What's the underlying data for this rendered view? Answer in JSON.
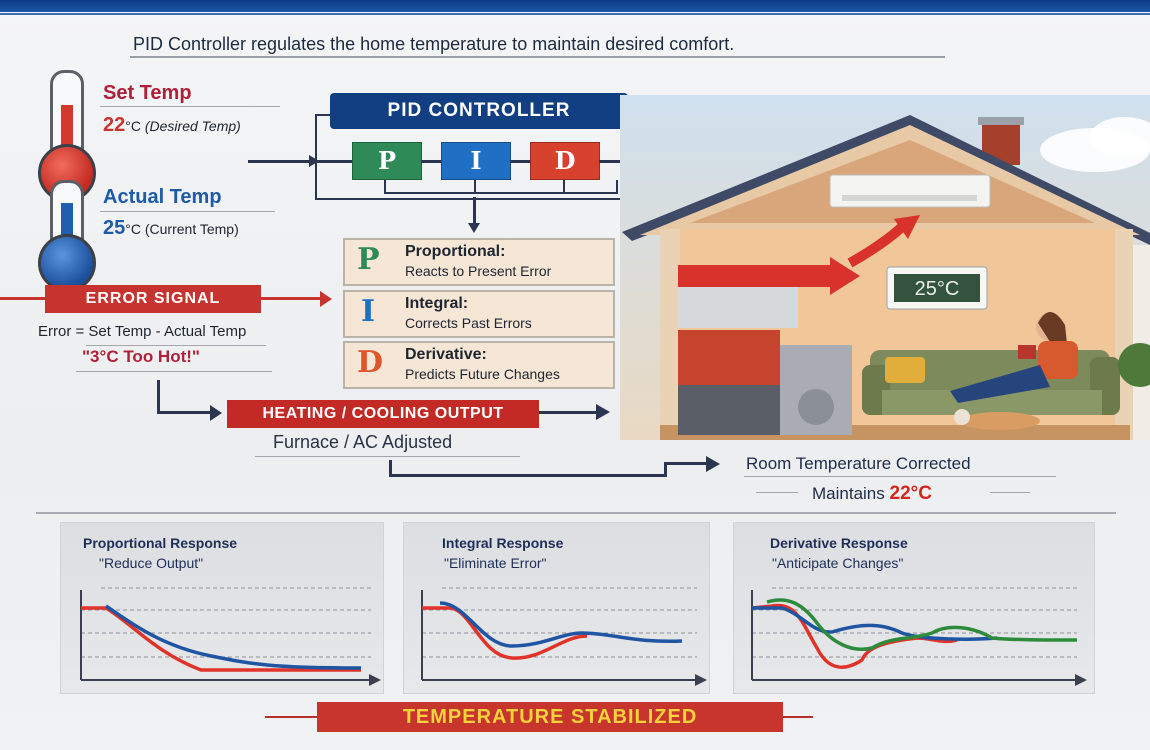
{
  "header": {
    "subtitle": "PID Controller regulates the home temperature to maintain desired comfort.",
    "bar_color": "#123f82"
  },
  "set_temp": {
    "label": "Set Temp",
    "value": "22",
    "unit": "°C",
    "note": "(Desired Temp)",
    "color": "#c7332f"
  },
  "actual_temp": {
    "label": "Actual Temp",
    "value": "25",
    "unit": "°C",
    "note": "(Current Temp)",
    "color": "#1d5aa8"
  },
  "pid_controller": {
    "title": "PID CONTROLLER",
    "blocks": [
      {
        "letter": "P",
        "color": "#2e8b57"
      },
      {
        "letter": "I",
        "color": "#1f6fc4"
      },
      {
        "letter": "D",
        "color": "#d9412f"
      }
    ]
  },
  "terms": [
    {
      "letter": "P",
      "title": "Proportional:",
      "desc": "Reacts to Present Error",
      "color": "#2e8b57"
    },
    {
      "letter": "I",
      "title": "Integral:",
      "desc": "Corrects Past Errors",
      "color": "#1f6fc4"
    },
    {
      "letter": "D",
      "title": "Derivative:",
      "desc": "Predicts Future Changes",
      "color": "#e0542c"
    }
  ],
  "error_signal": {
    "label": "ERROR SIGNAL",
    "equation": "Error = Set Temp - Actual Temp",
    "result": "\"3°C Too Hot!\""
  },
  "output": {
    "label": "HEATING / COOLING OUTPUT",
    "subtitle": "Furnace / AC Adjusted"
  },
  "result": {
    "title": "Room Temperature Corrected",
    "maintains_label": "Maintains",
    "maintains_value": "22°C"
  },
  "house": {
    "thermostat_display": "25°C"
  },
  "chart_data": [
    {
      "type": "line",
      "title": "Proportional Response",
      "subtitle": "\"Reduce Output\"",
      "xlabel": "",
      "ylabel": "",
      "grid": "dashed horizontal",
      "x": [
        0,
        1,
        2,
        3,
        4,
        5,
        6,
        7,
        8,
        9,
        10
      ],
      "series": [
        {
          "name": "red",
          "color": "#e0342a",
          "values": [
            0.75,
            0.75,
            0.62,
            0.42,
            0.25,
            0.12,
            0.12,
            0.12,
            0.12,
            0.12,
            0.12
          ]
        },
        {
          "name": "blue",
          "color": "#1f55a3",
          "values": [
            0.75,
            0.78,
            0.66,
            0.5,
            0.36,
            0.27,
            0.2,
            0.15,
            0.12,
            0.12,
            0.12
          ]
        }
      ]
    },
    {
      "type": "line",
      "title": "Integral Response",
      "subtitle": "\"Eliminate Error\"",
      "xlabel": "",
      "ylabel": "",
      "grid": "dashed horizontal",
      "x": [
        0,
        1,
        2,
        3,
        4,
        5,
        6,
        7,
        8,
        9,
        10
      ],
      "series": [
        {
          "name": "red",
          "color": "#e0342a",
          "values": [
            0.78,
            0.78,
            0.7,
            0.38,
            0.28,
            0.3,
            0.42,
            0.52,
            0.52,
            0.52,
            0.52
          ]
        },
        {
          "name": "blue",
          "color": "#1f55a3",
          "values": [
            0.8,
            0.8,
            0.7,
            0.45,
            0.38,
            0.42,
            0.52,
            0.48,
            0.43,
            0.42,
            0.44
          ]
        }
      ]
    },
    {
      "type": "line",
      "title": "Derivative Response",
      "subtitle": "\"Anticipate Changes\"",
      "xlabel": "",
      "ylabel": "",
      "grid": "dashed horizontal",
      "x": [
        0,
        1,
        2,
        3,
        4,
        5,
        6,
        7,
        8,
        9,
        10
      ],
      "series": [
        {
          "name": "red",
          "color": "#e0342a",
          "values": [
            0.78,
            0.8,
            0.55,
            0.18,
            0.28,
            0.45,
            0.48,
            0.44,
            0.46,
            0.46,
            0.46
          ]
        },
        {
          "name": "blue",
          "color": "#1f55a3",
          "values": [
            0.78,
            0.78,
            0.6,
            0.54,
            0.6,
            0.48,
            0.46,
            0.45,
            0.45,
            0.46,
            0.46
          ]
        },
        {
          "name": "green",
          "color": "#2e8b3c",
          "values": [
            0.8,
            0.84,
            0.62,
            0.38,
            0.3,
            0.44,
            0.46,
            0.56,
            0.5,
            0.46,
            0.46
          ]
        }
      ]
    }
  ],
  "footer": {
    "badge": "TEMPERATURE STABILIZED"
  }
}
